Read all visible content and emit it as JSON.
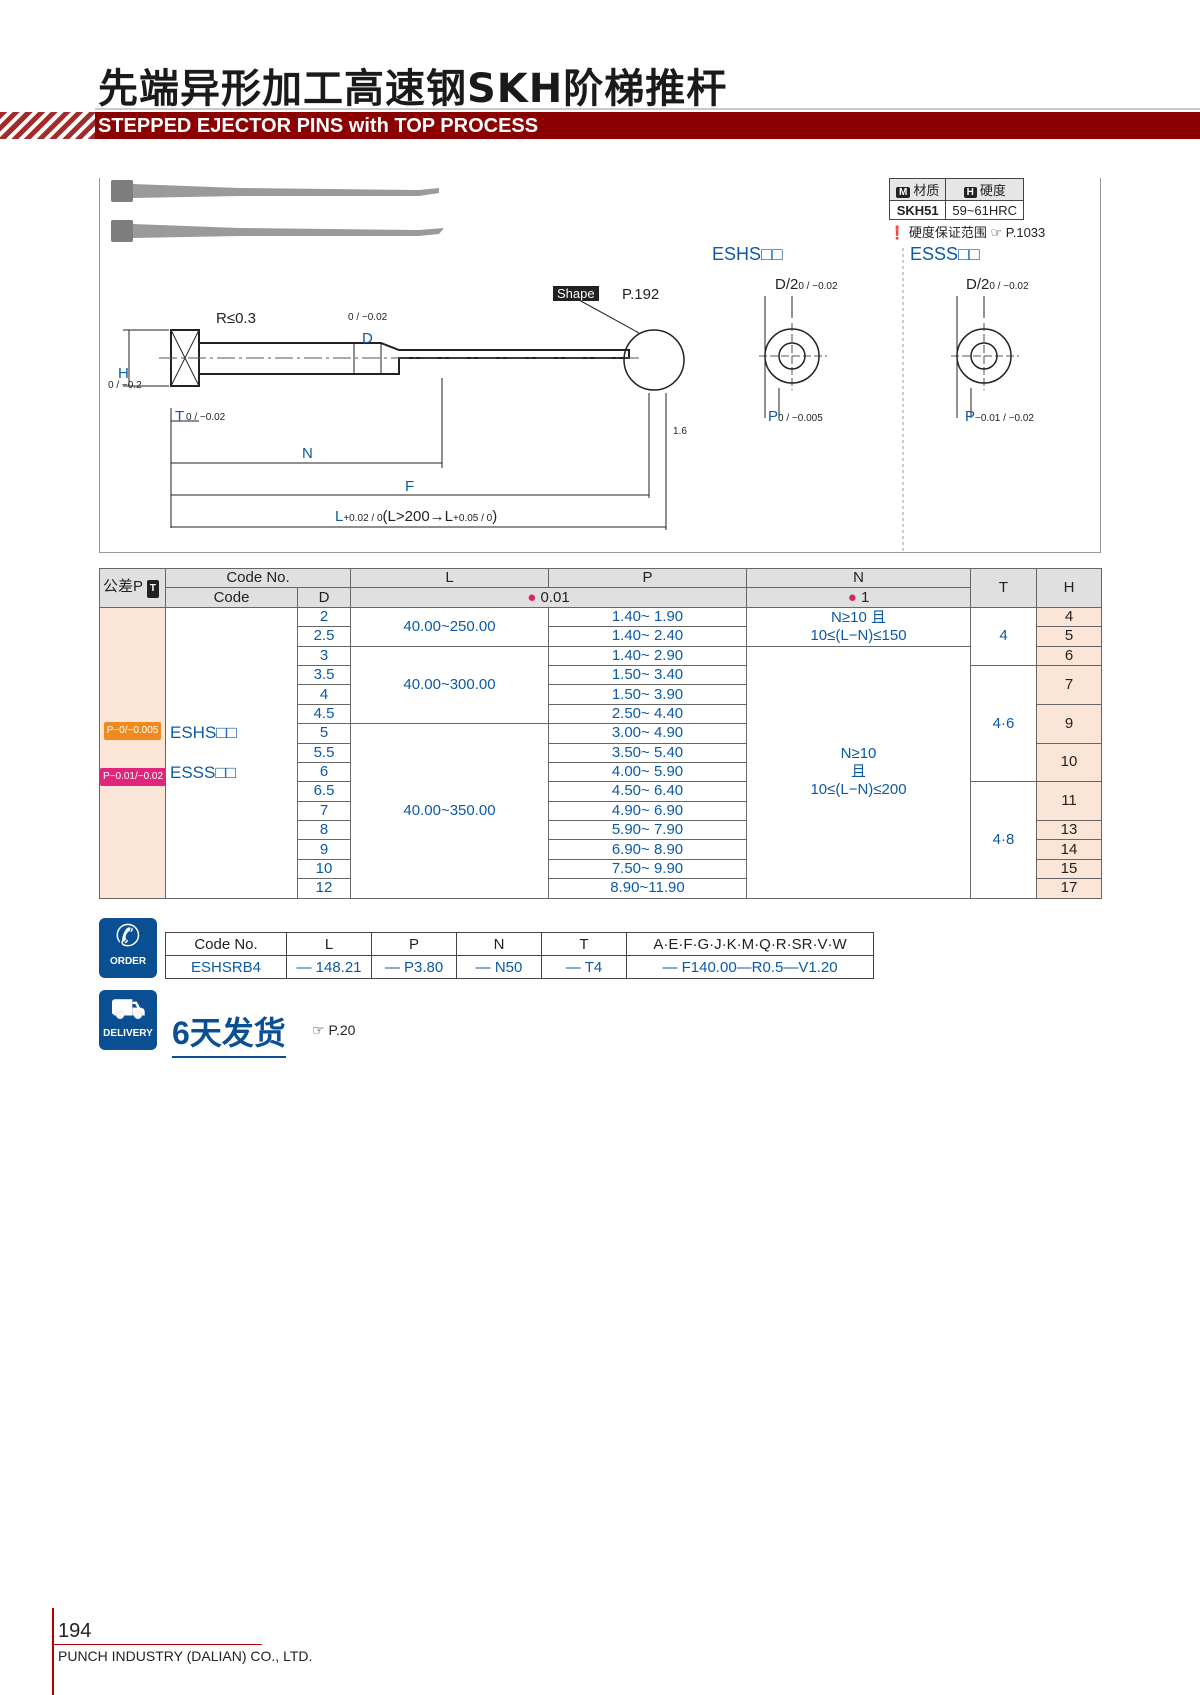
{
  "header": {
    "title_cn": "先端异形加工高速钢SKH阶梯推杆",
    "title_en": "STEPPED EJECTOR PINS with TOP PROCESS"
  },
  "material": {
    "material_label": "材质",
    "material_badge": "M",
    "hardness_label": "硬度",
    "hardness_badge": "H",
    "material_value": "SKH51",
    "hardness_value": "59~61HRC",
    "note": "硬度保证范围",
    "note_ref": "P.1033"
  },
  "drawing": {
    "esh_label": "ESHS□□",
    "ess_label": "ESSS□□",
    "r_label": "R≤0.3",
    "h_label": "H",
    "h_tol": "0 / −0.2",
    "d_label": "D",
    "d_tol": "0 / −0.02",
    "t_label": "T",
    "t_tol": "0 / −0.02",
    "shape_label": "Shape",
    "shape_ref": "P.192",
    "n_label": "N",
    "f_label": "F",
    "l_label": "L",
    "l_tol": "+0.02 / 0",
    "l_cond": "(L>200→L",
    "l_tol2": "+0.05 / 0",
    "l_close": ")",
    "esh_d2": "D/2",
    "esh_d2_tol": "0 / −0.02",
    "esh_p": "P",
    "esh_p_tol": "0 / −0.005",
    "ess_d2": "D/2",
    "ess_d2_tol": "0 / −0.02",
    "ess_p": "P",
    "ess_p_tol": "−0.01 / −0.02",
    "angle": "1.6"
  },
  "spec_table": {
    "head": {
      "tol": "公差P",
      "tol_badge": "T",
      "code_no": "Code No.",
      "code": "Code",
      "d": "D",
      "l": "L",
      "p": "P",
      "n": "N",
      "t": "T",
      "h": "H",
      "lp_step": "0.01",
      "n_step": "1"
    },
    "code_esh": "ESHS□□",
    "code_ess": "ESSS□□",
    "tol_esh": "P−0/−0.005",
    "tol_ess": "P−0.01/−0.02",
    "l_ranges": [
      "40.00~250.00",
      "40.00~300.00",
      "40.00~350.00"
    ],
    "n_cond1_a": "N≥10 且",
    "n_cond1_b": "10≤(L−N)≤150",
    "n_cond2_a": "N≥10",
    "n_cond2_b": "且",
    "n_cond2_c": "10≤(L−N)≤200",
    "t_values": [
      "4",
      "4·6",
      "4·8"
    ],
    "rows": [
      {
        "d": "2",
        "p": "1.40~ 1.90"
      },
      {
        "d": "2.5",
        "p": "1.40~ 2.40"
      },
      {
        "d": "3",
        "p": "1.40~ 2.90"
      },
      {
        "d": "3.5",
        "p": "1.50~ 3.40"
      },
      {
        "d": "4",
        "p": "1.50~ 3.90"
      },
      {
        "d": "4.5",
        "p": "2.50~ 4.40"
      },
      {
        "d": "5",
        "p": "3.00~ 4.90"
      },
      {
        "d": "5.5",
        "p": "3.50~ 5.40"
      },
      {
        "d": "6",
        "p": "4.00~ 5.90"
      },
      {
        "d": "6.5",
        "p": "4.50~ 6.40"
      },
      {
        "d": "7",
        "p": "4.90~ 6.90"
      },
      {
        "d": "8",
        "p": "5.90~ 7.90"
      },
      {
        "d": "9",
        "p": "6.90~ 8.90"
      },
      {
        "d": "10",
        "p": "7.50~ 9.90"
      },
      {
        "d": "12",
        "p": "8.90~11.90"
      }
    ],
    "h_values": [
      "4",
      "5",
      "6",
      "7",
      "9",
      "10",
      "11",
      "13",
      "14",
      "15",
      "17"
    ]
  },
  "order": {
    "icon_label": "ORDER",
    "headers": [
      "Code No.",
      "L",
      "P",
      "N",
      "T",
      "A·E·F·G·J·K·M·Q·R·SR·V·W"
    ],
    "values": [
      "ESHSRB4",
      "— 148.21",
      "— P3.80",
      "— N50",
      "— T4",
      "— F140.00—R0.5—V1.20"
    ]
  },
  "delivery": {
    "icon_label": "DELIVERY",
    "text": "6天发货",
    "ref": "P.20"
  },
  "footer": {
    "page": "194",
    "company": "PUNCH INDUSTRY (DALIAN) CO., LTD."
  }
}
